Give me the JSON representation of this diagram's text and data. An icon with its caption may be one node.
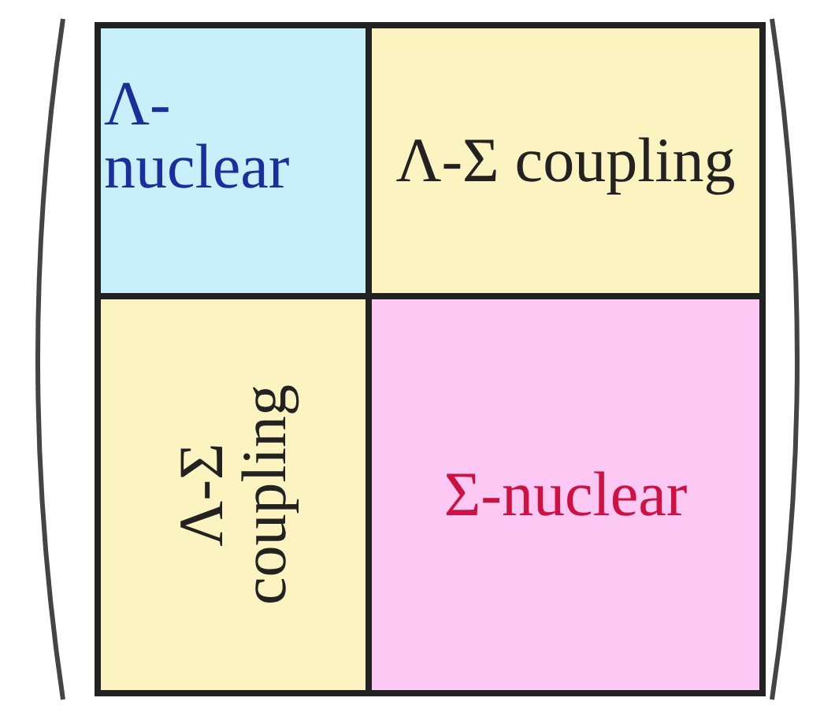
{
  "diagram": {
    "nodes": [
      {
        "text": [
          "Λ- nuclear"
        ]
      },
      {
        "text": [
          "Λ-Σ coupling"
        ]
      },
      {
        "text": [
          "Λ-Σ coupling"
        ]
      },
      {
        "text": [
          "Σ-nuclear"
        ]
      }
    ]
  }
}
